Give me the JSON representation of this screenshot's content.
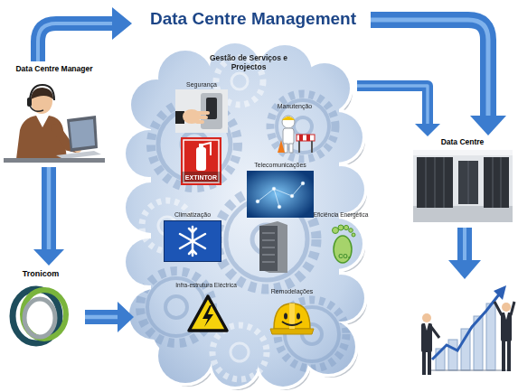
{
  "diagram": {
    "title": "Data Centre Management",
    "nodes": [
      {
        "text": [
          "Data Centre Manager"
        ]
      },
      {
        "text": [
          "Gestão de Serviços e Projectos"
        ]
      },
      {
        "text": [
          "Segurança"
        ],
        "in": 1
      },
      {
        "text": [
          "Manutenção"
        ],
        "in": 1
      },
      {
        "text": [
          "Telecomunicações"
        ],
        "in": 1
      },
      {
        "text": [
          "Climatização"
        ],
        "in": 1
      },
      {
        "text": [
          "Eficiência Energética"
        ],
        "in": 1
      },
      {
        "text": [
          "Infra-estrutura Eléctrica"
        ],
        "in": 1
      },
      {
        "text": [
          "Remodelações"
        ],
        "in": 1
      },
      {
        "text": [
          "Data Centre"
        ]
      },
      {
        "text": [
          "Tronicom"
        ]
      }
    ],
    "edges": [
      {
        "from": 0,
        "to": 10,
        "arrow": "to"
      },
      {
        "from": 10,
        "to": 1,
        "arrow": "to"
      },
      {
        "from": 1,
        "to": 9,
        "arrow": "to"
      }
    ],
    "labels": [
      "EXTINTOR",
      "CO₂"
    ]
  }
}
